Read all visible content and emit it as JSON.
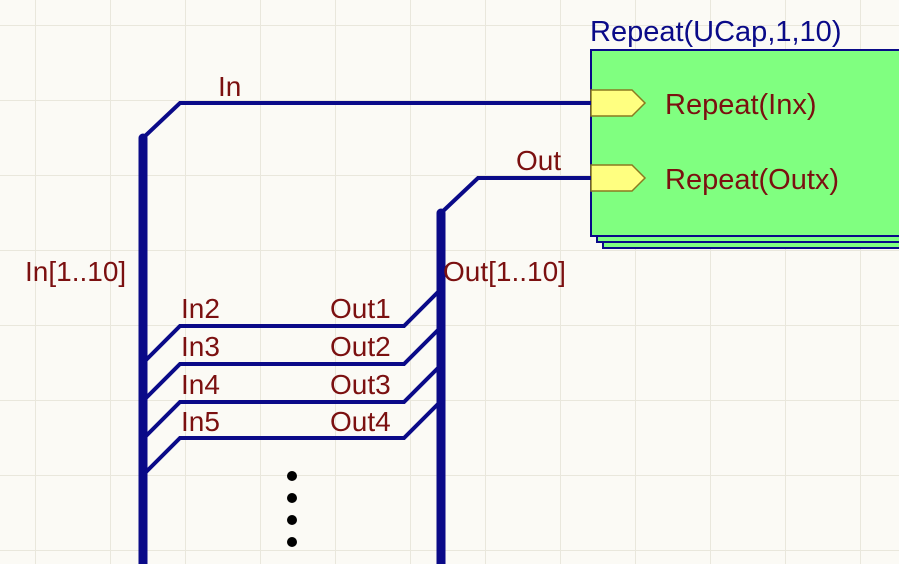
{
  "sheet_symbol": {
    "designator": "Repeat(UCap,1,10)",
    "entries": [
      {
        "label": "Repeat(Inx)"
      },
      {
        "label": "Repeat(Outx)"
      }
    ],
    "fill_color": "#80ff80",
    "border_color": "#0a0a88",
    "entry_color": "#ffff80"
  },
  "nets": {
    "in_net": "In",
    "out_net": "Out"
  },
  "buses": {
    "in_bus": "In[1..10]",
    "out_bus": "Out[1..10]"
  },
  "bus_entries": {
    "in_labels": [
      "In2",
      "In3",
      "In4",
      "In5"
    ],
    "out_labels": [
      "Out1",
      "Out2",
      "Out3",
      "Out4"
    ]
  },
  "continuation_icon": "vertical-ellipsis",
  "colors": {
    "wire": "#0a0a88",
    "label": "#7b1010",
    "background": "#fbfaf5"
  }
}
